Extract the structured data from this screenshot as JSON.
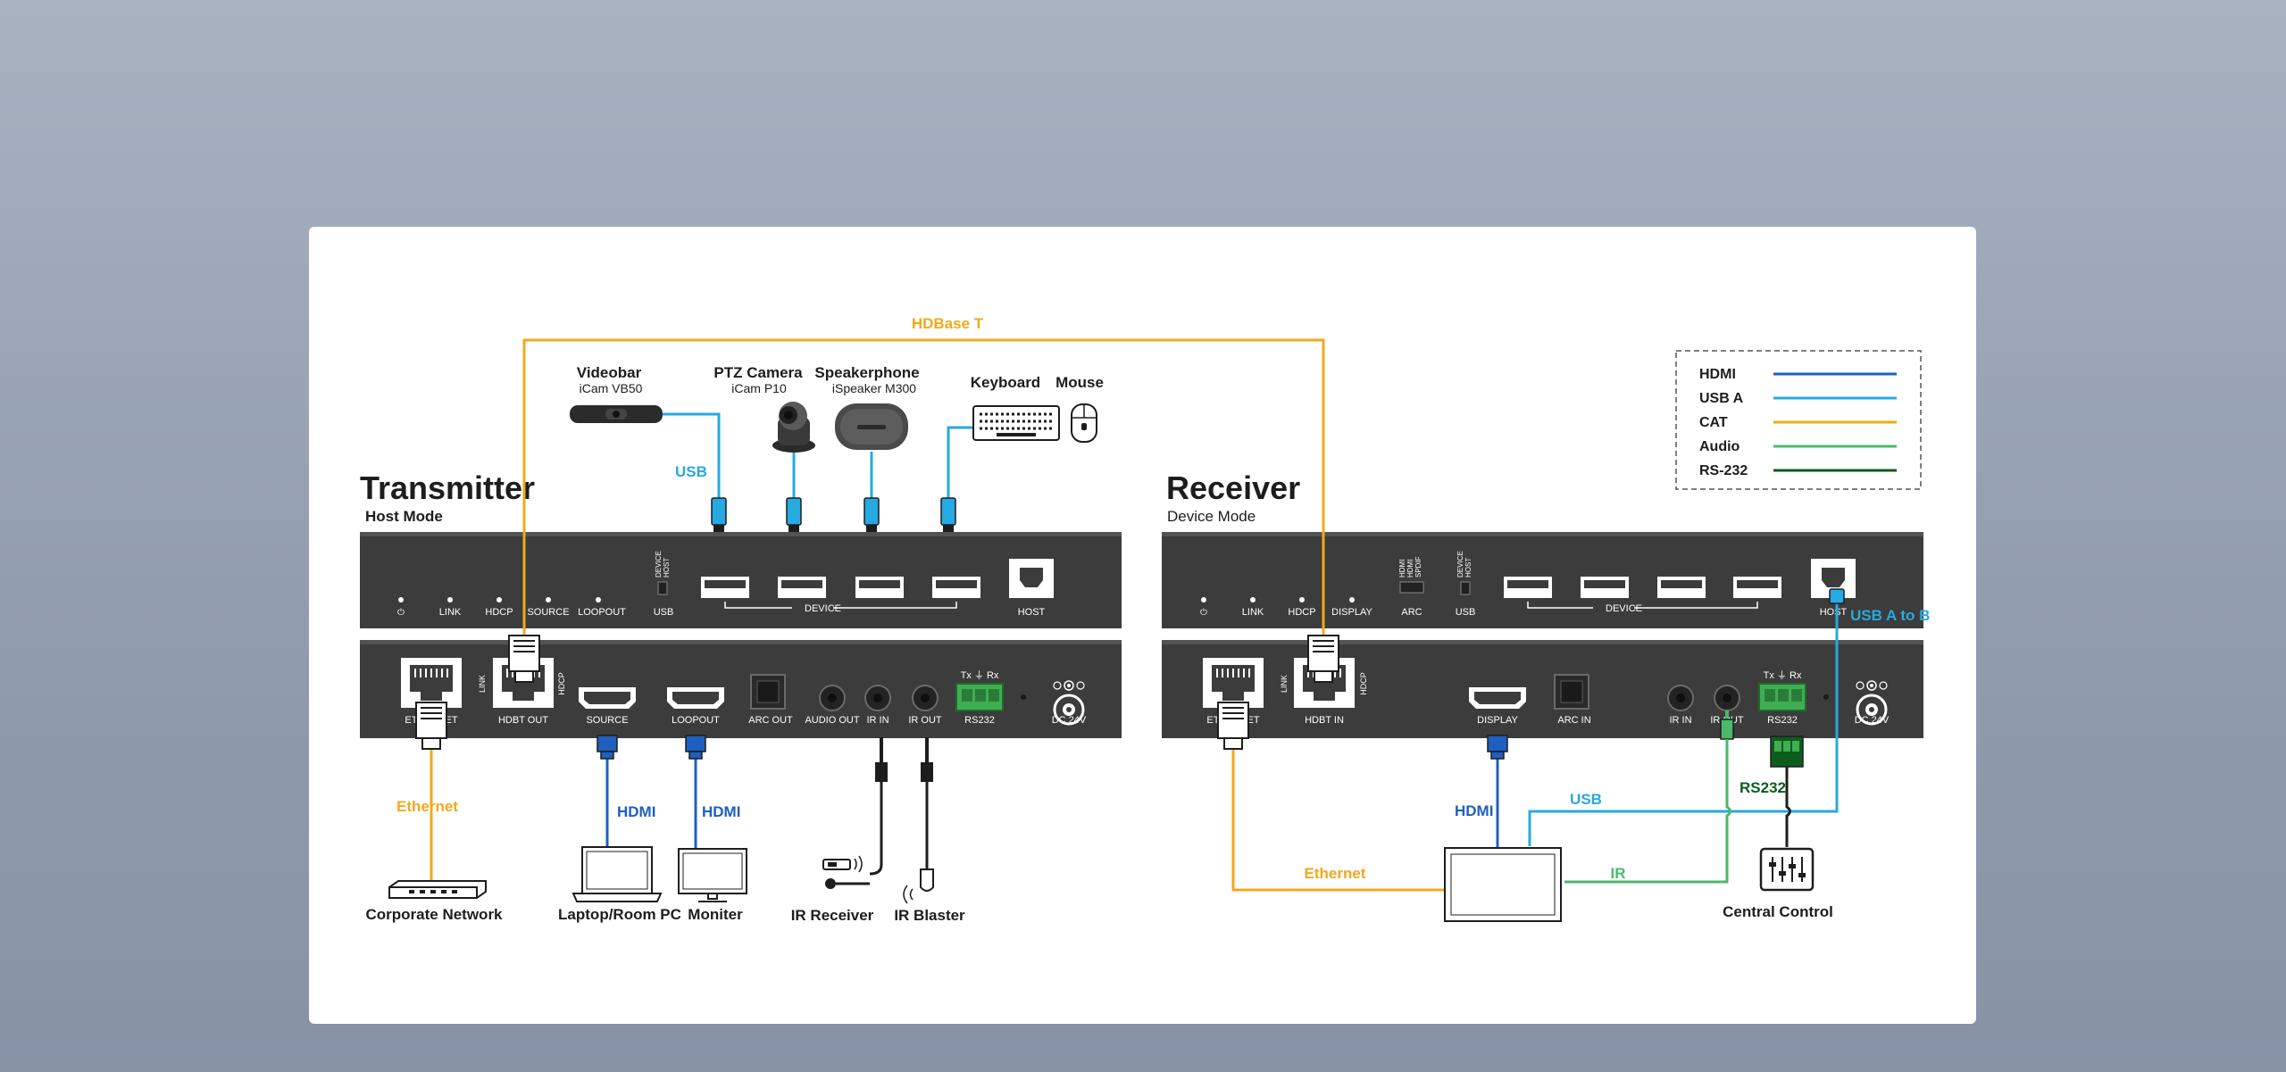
{
  "transmitter": {
    "title": "Transmitter",
    "mode": "Host Mode",
    "top_panel": {
      "indicators": [
        "⏻",
        "LINK",
        "HDCP",
        "SOURCE",
        "LOOPOUT"
      ],
      "usb_switch": {
        "label": "USB",
        "options": [
          "DEVICE",
          "HOST"
        ]
      },
      "device_label": "DEVICE",
      "host_label": "HOST"
    },
    "bottom_panel": {
      "ports": [
        "ETHERNET",
        "HDBT OUT",
        "SOURCE",
        "LOOPOUT",
        "ARC OUT",
        "AUDIO OUT",
        "IR IN",
        "IR OUT",
        "RS232",
        "DC 24V"
      ],
      "link_label": "LINK",
      "hdcp_label": "HDCP",
      "rs232_pins": "Tx ⏚ Rx"
    }
  },
  "receiver": {
    "title": "Receiver",
    "mode": "Device Mode",
    "top_panel": {
      "indicators": [
        "⏻",
        "LINK",
        "HDCP",
        "DISPLAY"
      ],
      "arc_switch": {
        "label": "ARC",
        "options": [
          "HDMI",
          "HDMI",
          "SPDIF"
        ]
      },
      "usb_switch": {
        "label": "USB",
        "options": [
          "DEVICE",
          "HOST"
        ]
      },
      "device_label": "DEVICE",
      "host_label": "HOST"
    },
    "bottom_panel": {
      "ports": [
        "ETHERNET",
        "HDBT IN",
        "DISPLAY",
        "ARC IN",
        "IR IN",
        "IR OUT",
        "RS232",
        "DC 24V"
      ],
      "link_label": "LINK",
      "hdcp_label": "HDCP",
      "rs232_pins": "Tx ⏚ Rx"
    }
  },
  "peripherals": {
    "videobar": {
      "name": "Videobar",
      "model": "iCam VB50"
    },
    "ptz": {
      "name": "PTZ Camera",
      "model": "iCam P10"
    },
    "speakerphone": {
      "name": "Speakerphone",
      "model": "iSpeaker M300"
    },
    "keyboard": "Keyboard",
    "mouse": "Mouse",
    "corporate_network": "Corporate Network",
    "laptop": "Laptop/Room PC",
    "monitor": "Moniter",
    "ir_receiver": "IR Receiver",
    "ir_blaster": "IR Blaster",
    "central_control": "Central Control"
  },
  "connections": {
    "hdbaset": "HDBase T",
    "usb_tx": "USB",
    "ethernet_tx": "Ethernet",
    "hdmi_laptop": "HDMI",
    "hdmi_monitor": "HDMI",
    "usb_a_to_b": "USB A to B",
    "usb_rx": "USB",
    "hdmi_display": "HDMI",
    "ethernet_rx": "Ethernet",
    "ir_rx": "IR",
    "rs232_rx": "RS232"
  },
  "legend": [
    {
      "label": "HDMI",
      "color": "#1f5fbf"
    },
    {
      "label": "USB A",
      "color": "#27a9e1"
    },
    {
      "label": "CAT",
      "color": "#f2a81d"
    },
    {
      "label": "Audio",
      "color": "#4cb86a"
    },
    {
      "label": "RS-232",
      "color": "#0d5c1e"
    }
  ],
  "colors": {
    "hdmi": "#1f5fbf",
    "usb": "#27a9e1",
    "cat": "#f2a81d",
    "audio": "#4cb86a",
    "rs232": "#0d5c1e",
    "panel": "#3c3c3c"
  }
}
